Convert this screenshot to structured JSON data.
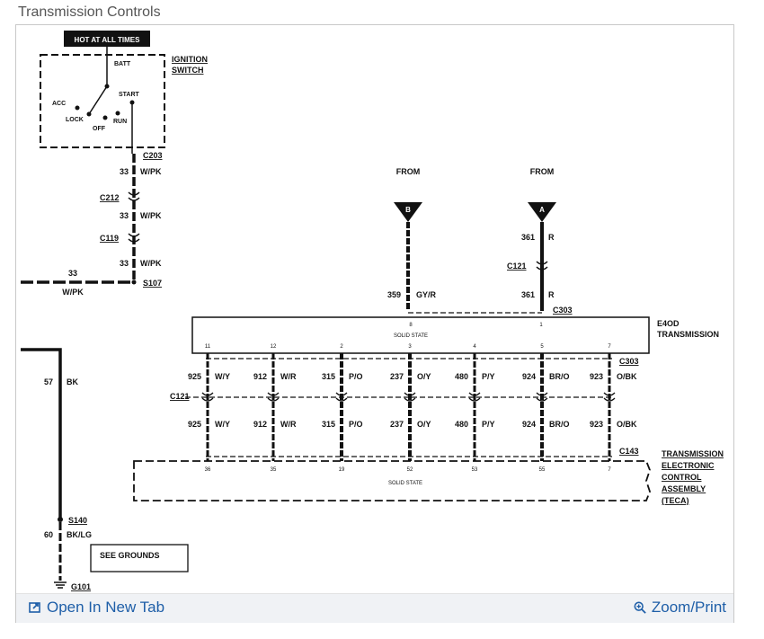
{
  "page": {
    "title": "Transmission Controls"
  },
  "actions": {
    "open_new_tab": "Open In New Tab",
    "zoom_print": "Zoom/Print"
  },
  "icons": {
    "open": "open-in-new-tab-icon",
    "zoom": "zoom-in-icon"
  },
  "colors": {
    "link": "#1f5fa8",
    "bar": "#f0f2f5",
    "wire": "#111111"
  },
  "diagram": {
    "hot_label": "HOT AT ALL TIMES",
    "ignition": {
      "title1": "IGNITION",
      "title2": "SWITCH",
      "batt": "BATT",
      "acc": "ACC",
      "lock": "LOCK",
      "off": "OFF",
      "run": "RUN",
      "start": "START"
    },
    "connectors": {
      "c203": "C203",
      "c212": "C212",
      "c119": "C119",
      "s107": "S107",
      "c121_a": "C121",
      "c303": "C303",
      "c303b": "C303",
      "c121_b": "C121",
      "c143": "C143",
      "s140": "S140",
      "g101": "G101"
    },
    "left_wires": [
      {
        "num": "33",
        "color": "W/PK"
      },
      {
        "num": "33",
        "color": "W/PK"
      },
      {
        "num": "33",
        "color": "W/PK"
      }
    ],
    "s107_wire": {
      "num": "33",
      "color": "W/PK"
    },
    "bk_wire": {
      "num": "57",
      "color": "BK"
    },
    "ground_wire": {
      "num": "60",
      "color": "BK/LG"
    },
    "see_grounds": "SEE GROUNDS",
    "from_b": {
      "label": "FROM",
      "letter": "B"
    },
    "from_a": {
      "label": "FROM",
      "letter": "A"
    },
    "wire_b": {
      "num": "359",
      "color": "GY/R"
    },
    "wire_a_top": {
      "num": "361",
      "color": "R"
    },
    "wire_a_bottom": {
      "num": "361",
      "color": "R"
    },
    "e4od": {
      "title1": "E4OD",
      "title2": "TRANSMISSION",
      "label": "SOLID STATE",
      "pin_b": "8",
      "pin_a": "1",
      "pins": [
        "11",
        "12",
        "2",
        "3",
        "4",
        "5",
        "7"
      ]
    },
    "teca": {
      "title1": "TRANSMISSION",
      "title2": "ELECTRONIC",
      "title3": "CONTROL",
      "title4": "ASSEMBLY",
      "title5": "(TECA)",
      "label": "SOLID STATE",
      "pins": [
        "36",
        "35",
        "19",
        "52",
        "53",
        "55",
        "7"
      ]
    },
    "bus_wires": [
      {
        "num": "925",
        "color": "W/Y"
      },
      {
        "num": "912",
        "color": "W/R"
      },
      {
        "num": "315",
        "color": "P/O"
      },
      {
        "num": "237",
        "color": "O/Y"
      },
      {
        "num": "480",
        "color": "P/Y"
      },
      {
        "num": "924",
        "color": "BR/O"
      },
      {
        "num": "923",
        "color": "O/BK"
      }
    ]
  }
}
